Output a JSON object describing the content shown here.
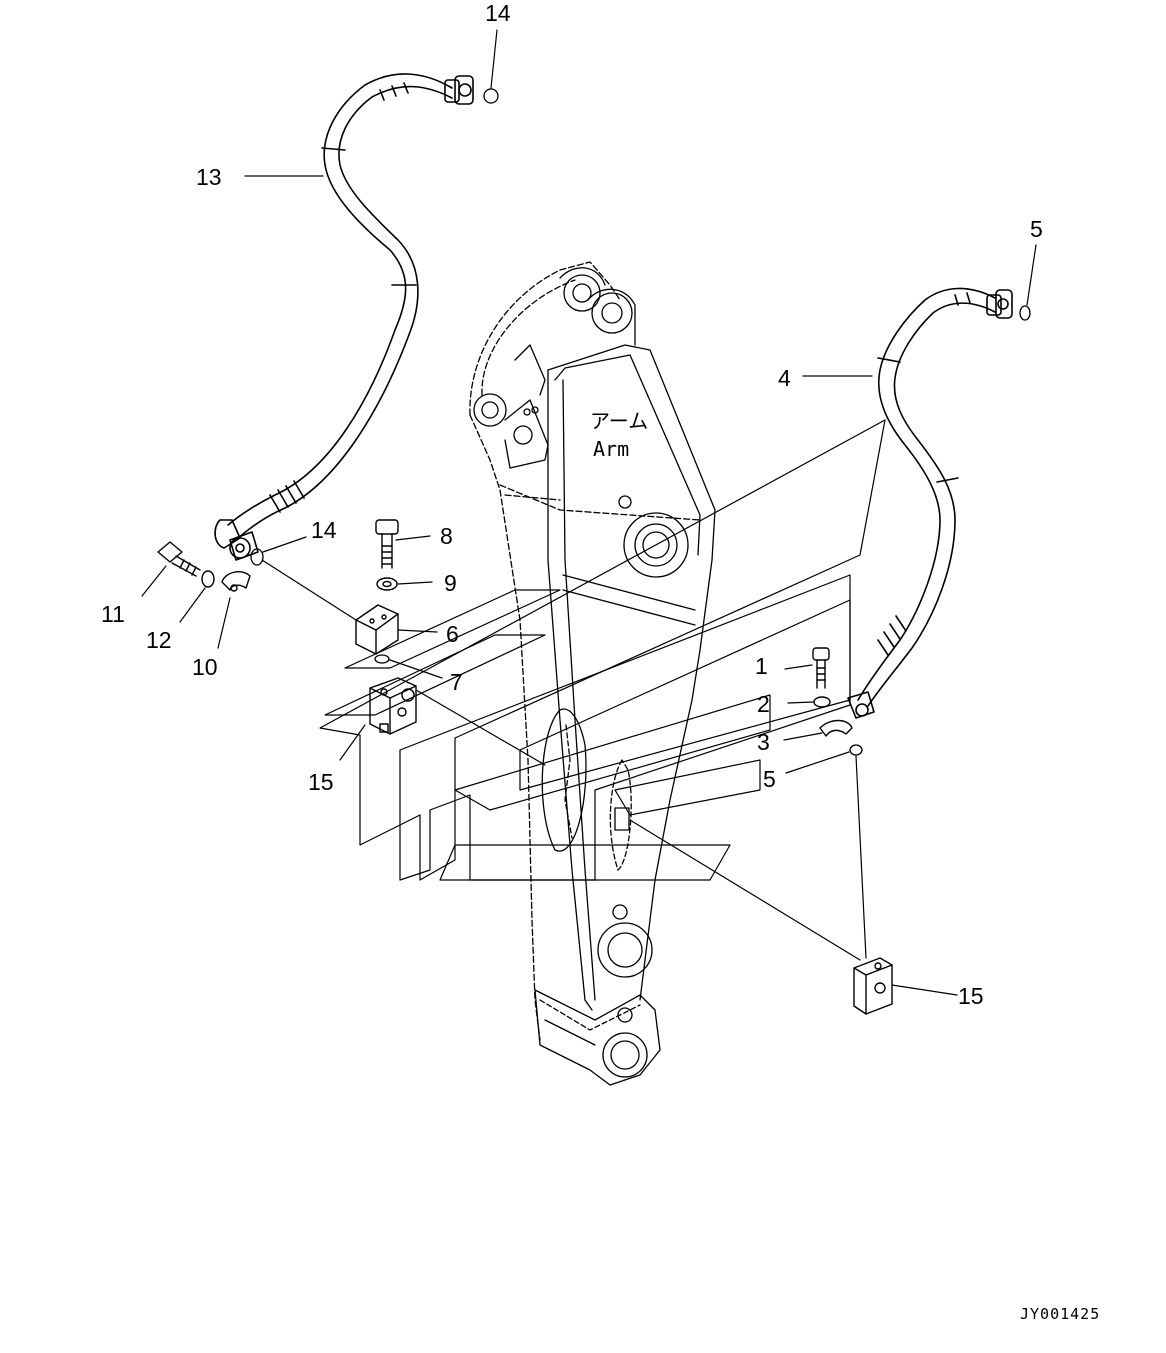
{
  "diagram": {
    "arm_label_jp": "アーム",
    "arm_label_en": "Arm",
    "drawing_code": "JY001425"
  },
  "callouts": {
    "c14_top": "14",
    "c13": "13",
    "c5_top": "5",
    "c4": "4",
    "c14_mid": "14",
    "c8": "8",
    "c9": "9",
    "c6": "6",
    "c7": "7",
    "c11": "11",
    "c12": "12",
    "c10": "10",
    "c15_left": "15",
    "c1": "1",
    "c2": "2",
    "c3": "3",
    "c5_mid": "5",
    "c15_right": "15"
  }
}
